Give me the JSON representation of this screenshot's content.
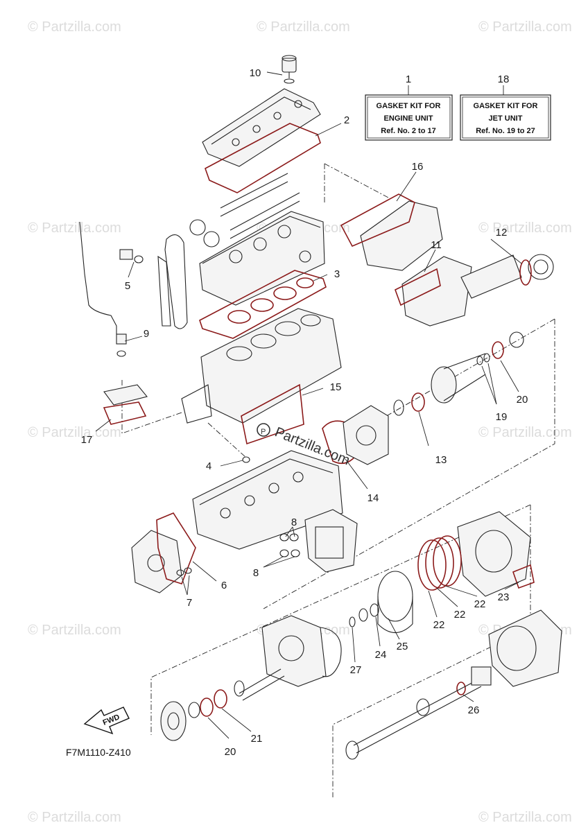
{
  "watermarks": [
    {
      "text": "© Partzilla.com"
    },
    {
      "text": "© Partzilla.com"
    },
    {
      "text": "© Partzilla.com"
    },
    {
      "text": "© Partzilla.com"
    },
    {
      "text": "© Partzilla.com"
    },
    {
      "text": "© Partzilla.com"
    },
    {
      "text": "© Partzilla.com"
    },
    {
      "text": "© Partzilla.com"
    },
    {
      "text": "© Partzilla.com"
    },
    {
      "text": "© Partzilla.com"
    },
    {
      "text": "© Partzilla.com"
    },
    {
      "text": "© Partzilla.com"
    },
    {
      "text": "© Partzilla.com"
    }
  ],
  "center_watermark": "Partzilla.com",
  "kit_boxes": [
    {
      "ref": "1",
      "line1": "GASKET KIT FOR",
      "line2": "ENGINE UNIT",
      "line3": "Ref. No. 2 to 17"
    },
    {
      "ref": "18",
      "line1": "GASKET KIT FOR",
      "line2": "JET UNIT",
      "line3": "Ref. No. 19 to 27"
    }
  ],
  "callouts": {
    "c2": "2",
    "c3": "3",
    "c4": "4",
    "c5": "5",
    "c6": "6",
    "c7": "7",
    "c8a": "8",
    "c8b": "8",
    "c9": "9",
    "c10": "10",
    "c11": "11",
    "c12": "12",
    "c13": "13",
    "c14": "14",
    "c15": "15",
    "c16": "16",
    "c17": "17",
    "c19": "19",
    "c20a": "20",
    "c20b": "20",
    "c21": "21",
    "c22a": "22",
    "c22b": "22",
    "c22c": "22",
    "c23": "23",
    "c24": "24",
    "c25": "25",
    "c26": "26",
    "c27": "27"
  },
  "fwd_label": "FWD",
  "figure_code": "F7M1110-Z410"
}
